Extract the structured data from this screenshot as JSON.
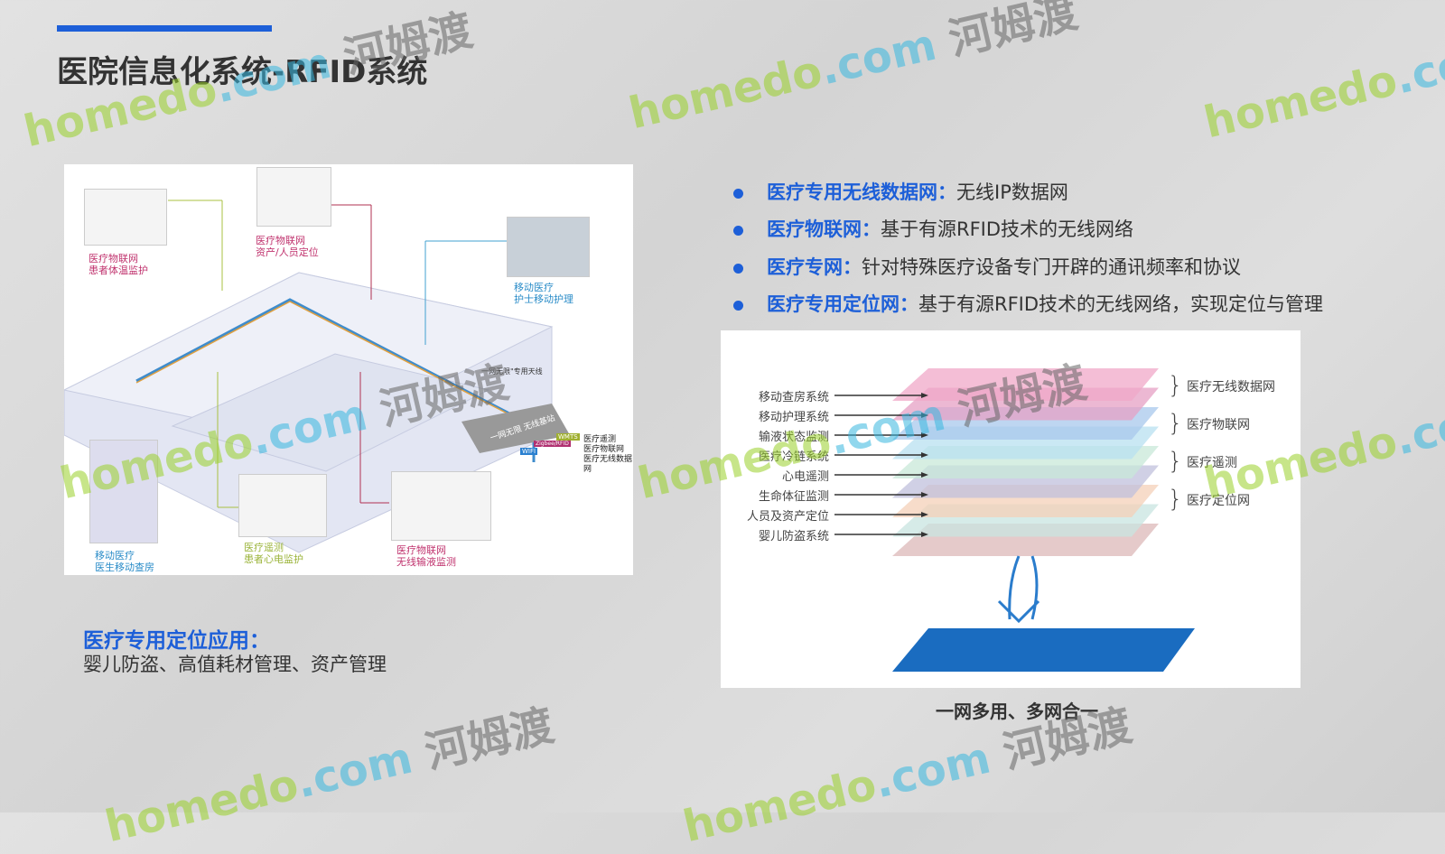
{
  "title": "医院信息化系统-RFID系统",
  "bullets": [
    {
      "key": "医疗专用无线数据网：",
      "text": "无线IP数据网"
    },
    {
      "key": "医疗物联网：",
      "text": "基于有源RFID技术的无线网络"
    },
    {
      "key": "医疗专网：",
      "text": "针对特殊医疗设备专门开辟的通讯频率和协议"
    },
    {
      "key": "医疗专用定位网：",
      "text": "基于有源RFID技术的无线网络，实现定位与管理"
    }
  ],
  "application": {
    "heading": "医疗专用定位应用：",
    "text": "婴儿防盗、高值耗材管理、资产管理"
  },
  "hospital_diagram": {
    "labels": [
      {
        "l1": "医疗物联网",
        "l2": "患者体温监护"
      },
      {
        "l1": "医疗物联网",
        "l2": "资产/人员定位"
      },
      {
        "l1": "移动医疗",
        "l2": "护士移动护理"
      },
      {
        "l1": "移动医疗",
        "l2": "医生移动查房"
      },
      {
        "l1": "医疗遥测",
        "l2": "患者心电监护"
      },
      {
        "l1": "医疗物联网",
        "l2": "无线输液监测"
      }
    ],
    "antenna": "一网无限\"专用天线",
    "base_station": "一网无限 无线基站",
    "bands": [
      "WMTS",
      "Zigbee/RFID",
      "WIFI"
    ],
    "band_labels": [
      "医疗遥测",
      "医疗物联网",
      "医疗无线数据网"
    ]
  },
  "layer_diagram": {
    "systems": [
      "移动查房系统",
      "移动护理系统",
      "输液状态监测",
      "医疗冷链系统",
      "心电遥测",
      "生命体征监测",
      "人员及资产定位",
      "婴儿防盗系统"
    ],
    "networks": [
      "医疗无线数据网",
      "医疗物联网",
      "医疗遥测",
      "医疗定位网"
    ],
    "layer_colors": [
      "#f0a8c8",
      "#e6a0c4",
      "#a8c8ec",
      "#b8e0f0",
      "#c8e8d8",
      "#c0c0dc",
      "#f4d0b8",
      "#c8e4e0",
      "#dcb8b8"
    ],
    "caption": "一网多用、多网合一"
  },
  "watermark": {
    "a": "homedo",
    ".com": ".com",
    "cn": "河姆渡"
  },
  "colors": {
    "accent": "#1d5fd8"
  }
}
